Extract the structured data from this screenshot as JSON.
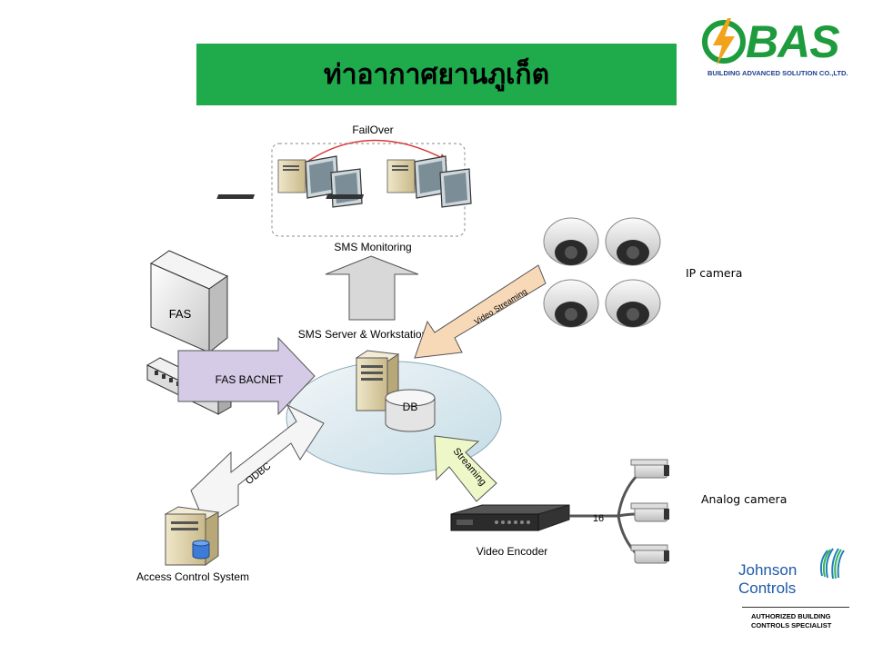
{
  "title": "ท่าอากาศยานภูเก็ต",
  "brand": {
    "name": "BAS",
    "subtitle": "BUILDING ADVANCED SOLUTION CO.,LTD.",
    "color": "#1d9b3d"
  },
  "partner": {
    "line1": "Johnson",
    "line2": "Controls",
    "tag1": "AUTHORIZED BUILDING",
    "tag2": "CONTROLS  SPECIALIST"
  },
  "diagram": {
    "failover": "FailOver",
    "sms_monitoring": "SMS Monitoring",
    "sms_server": "SMS Server & Workstation",
    "fas": "FAS",
    "fas_bacnet": "FAS BACNET",
    "db": "DB",
    "odbc": "ODBC",
    "access_control": "Access Control System",
    "video_streaming": "Video Streaming",
    "streaming": "Streaming",
    "video_encoder": "Video Encoder",
    "channels": "16",
    "ip_camera": "IP camera",
    "analog_camera": "Analog camera"
  }
}
